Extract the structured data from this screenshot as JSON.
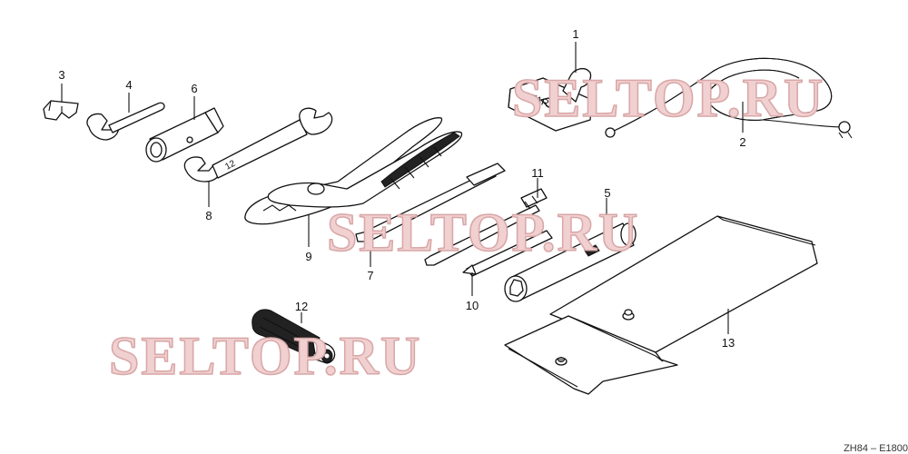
{
  "diagram": {
    "callouts": [
      {
        "id": "1",
        "label": "1"
      },
      {
        "id": "2",
        "label": "2"
      },
      {
        "id": "3",
        "label": "3"
      },
      {
        "id": "4",
        "label": "4"
      },
      {
        "id": "5",
        "label": "5"
      },
      {
        "id": "6",
        "label": "6"
      },
      {
        "id": "7",
        "label": "7"
      },
      {
        "id": "8",
        "label": "8"
      },
      {
        "id": "9",
        "label": "9"
      },
      {
        "id": "10",
        "label": "10"
      },
      {
        "id": "11",
        "label": "11"
      },
      {
        "id": "12",
        "label": "12"
      },
      {
        "id": "13",
        "label": "13"
      }
    ],
    "handle_text": "START",
    "wrench_text": "12",
    "watermark": "SELTOP.RU",
    "corner_code": "ZH84 – E1800"
  }
}
